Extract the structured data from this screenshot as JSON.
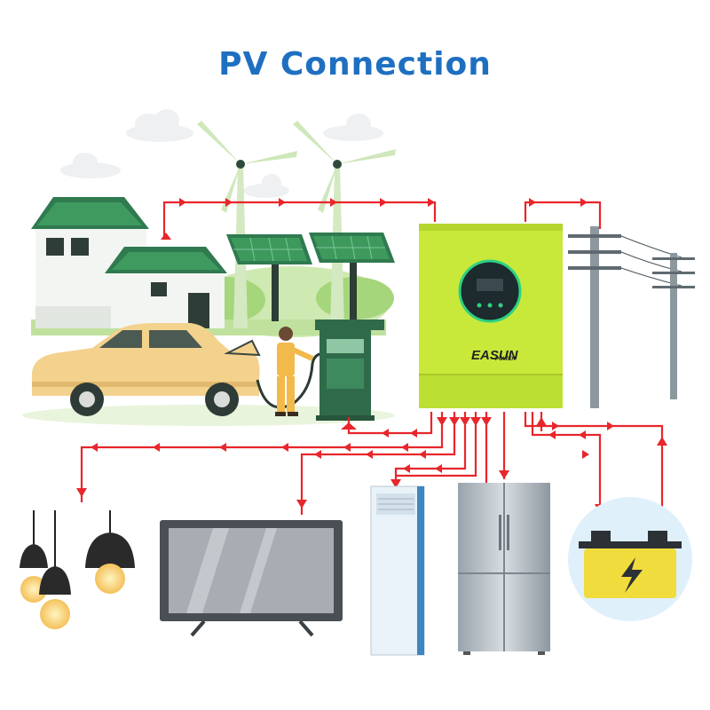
{
  "title": "PV Connection",
  "inverter": {
    "brand_main": "EASUN",
    "brand_sub": "POWER"
  },
  "icons": [
    "cloud-icon",
    "wind-turbine-icon",
    "solar-panel-icon",
    "house-icon",
    "car-icon",
    "charging-station-icon",
    "person-icon",
    "inverter-icon",
    "utility-pole-icon",
    "light-bulb-icon",
    "tv-icon",
    "air-conditioner-icon",
    "refrigerator-icon",
    "battery-icon",
    "arrow-icon"
  ],
  "colors": {
    "title": "#1f6fc1",
    "flow_line": "#e8262b",
    "inverter_body": "#c8e93a",
    "house_roof": "#2e7d4f",
    "car": "#f3d28e",
    "station": "#2f6b4a",
    "battery_circle": "#dff0fb",
    "battery_body": "#f0dc3c"
  }
}
